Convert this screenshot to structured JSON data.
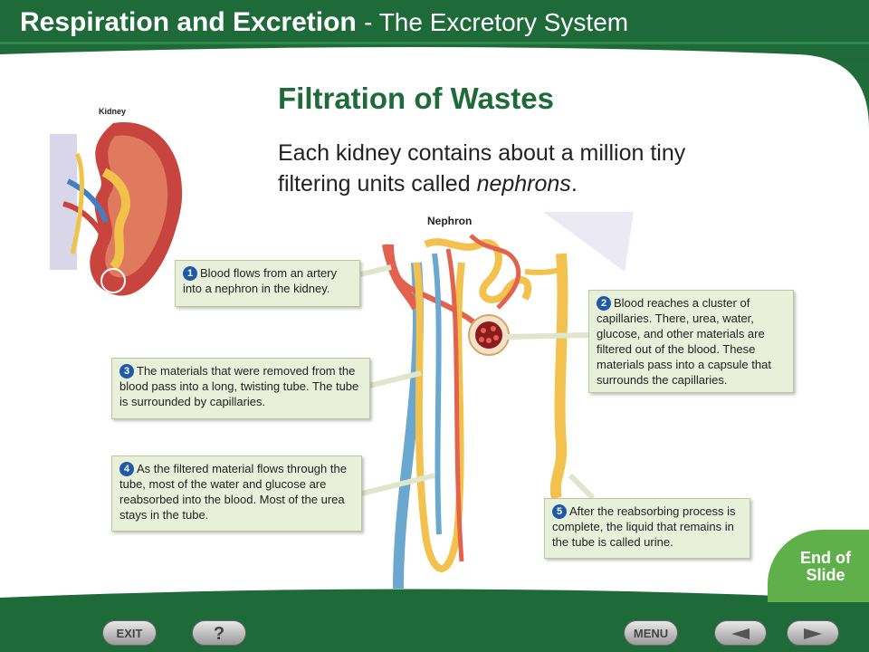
{
  "header": {
    "title": "Respiration and Excretion",
    "subtitle": "- The Excretory System"
  },
  "slide": {
    "title": "Filtration of Wastes",
    "body_before": "Each kidney contains about a million tiny filtering units called ",
    "body_em": "nephrons",
    "body_after": "."
  },
  "figure": {
    "kidney_label": "Kidney",
    "nephron_label": "Nephron",
    "callouts": [
      {
        "num": "1",
        "text": "Blood flows from an artery into a nephron in the kidney."
      },
      {
        "num": "2",
        "text": "Blood reaches a cluster of capillaries. There, urea, water, glucose, and other materials are filtered out of the blood. These materials pass into a capsule that surrounds the capillaries."
      },
      {
        "num": "3",
        "text": "The materials that were removed from the blood pass into a long, twisting tube. The tube is surrounded by capillaries."
      },
      {
        "num": "4",
        "text": "As the filtered material flows through the tube, most of the water and glucose are reabsorbed into the blood. Most of the urea stays in the tube."
      },
      {
        "num": "5",
        "text": "After the reabsorbing process is complete, the liquid that remains in the tube is called urine."
      }
    ]
  },
  "end_slide": {
    "line1": "End of",
    "line2": "Slide"
  },
  "nav": {
    "exit": "EXIT",
    "help": "?",
    "menu": "MENU"
  },
  "colors": {
    "header_green": "#1e6a39",
    "title_green": "#1e6a39",
    "callout_bg": "#e9f0da",
    "number_blue": "#1f5aa8",
    "end_slide_green": "#5fb04b"
  }
}
